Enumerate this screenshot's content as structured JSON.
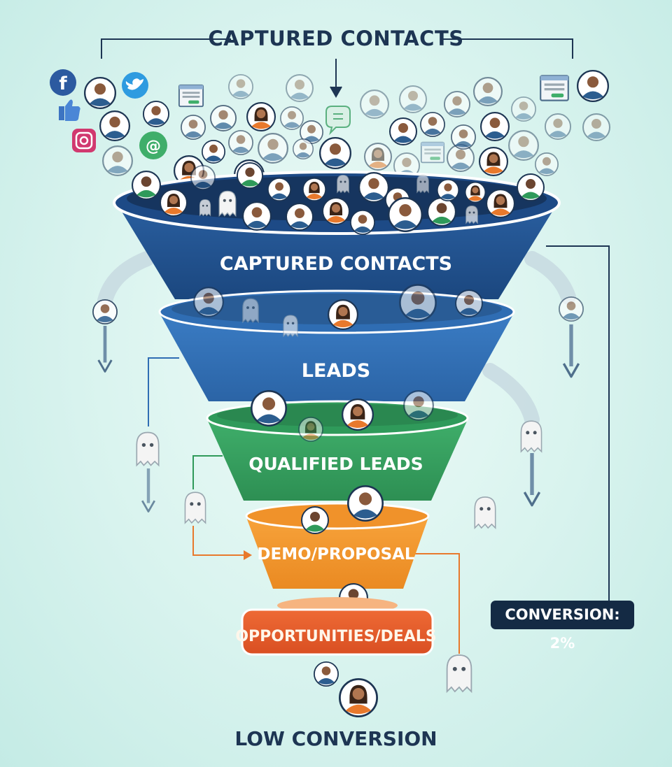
{
  "header": {
    "title": "CAPTURED CONTACTS"
  },
  "funnel": {
    "stages": [
      {
        "label": "CAPTURED CONTACTS",
        "color": "#1f4f8c"
      },
      {
        "label": "LEADS",
        "color": "#2f6db3"
      },
      {
        "label": "QUALIFIED LEADS",
        "color": "#2f9a5a"
      },
      {
        "label": "DEMO/PROPOSAL",
        "color": "#f0922a"
      },
      {
        "label": "OPPORTUNITIES/DEALS",
        "color": "#e35a2a"
      }
    ]
  },
  "conversion_badge": {
    "text": "CONVERSION: 2%"
  },
  "footer": {
    "title": "LOW CONVERSION"
  },
  "icons": [
    "facebook-icon",
    "twitter-icon",
    "thumbs-up-icon",
    "instagram-icon",
    "email-at-icon",
    "web-form-icon",
    "chat-bubble-icon",
    "ghost-icon",
    "person-avatar-icon",
    "arrow-down-icon"
  ],
  "colors": {
    "navy": "#1d3553",
    "ghost": "#f2f2f2",
    "arrow": "#5b7f9c",
    "connector": "#e8792c"
  }
}
